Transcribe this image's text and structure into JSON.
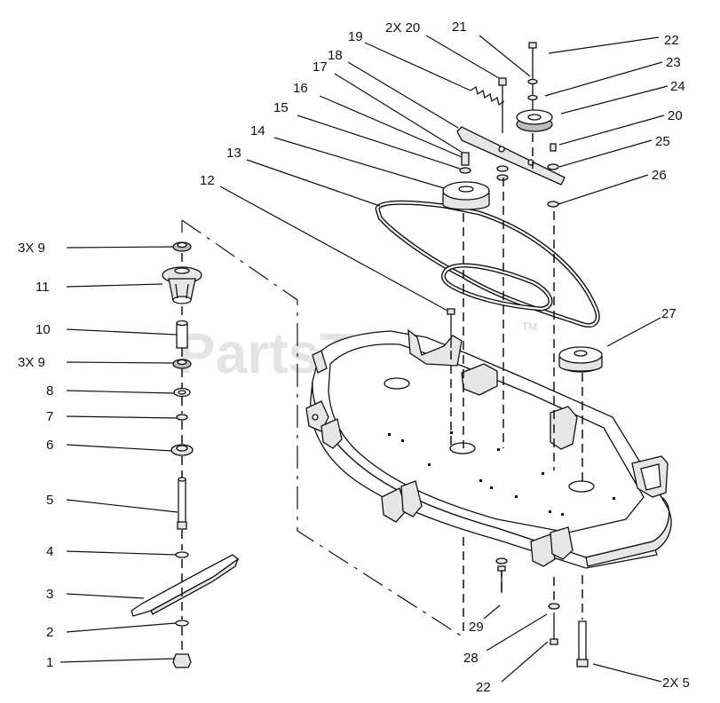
{
  "watermark": {
    "text": "PartsTree",
    "tm": "TM"
  },
  "callouts": {
    "c1": "1",
    "c2": "2",
    "c3": "3",
    "c4": "4",
    "c5": "5",
    "c6": "6",
    "c7": "7",
    "c8": "8",
    "c9a": "3X 9",
    "c10": "10",
    "c11": "11",
    "c9b": "3X 9",
    "c12": "12",
    "c13": "13",
    "c14": "14",
    "c15": "15",
    "c16": "16",
    "c17": "17",
    "c18": "18",
    "c19": "19",
    "c20a": "2X 20",
    "c21": "21",
    "c22a": "22",
    "c23": "23",
    "c24": "24",
    "c20b": "20",
    "c25": "25",
    "c26": "26",
    "c27": "27",
    "c29": "29",
    "c28": "28",
    "c22b": "22",
    "c5b": "2X 5"
  },
  "colors": {
    "line": "#111111",
    "watermark": "#cfcfcf",
    "background": "#ffffff"
  }
}
